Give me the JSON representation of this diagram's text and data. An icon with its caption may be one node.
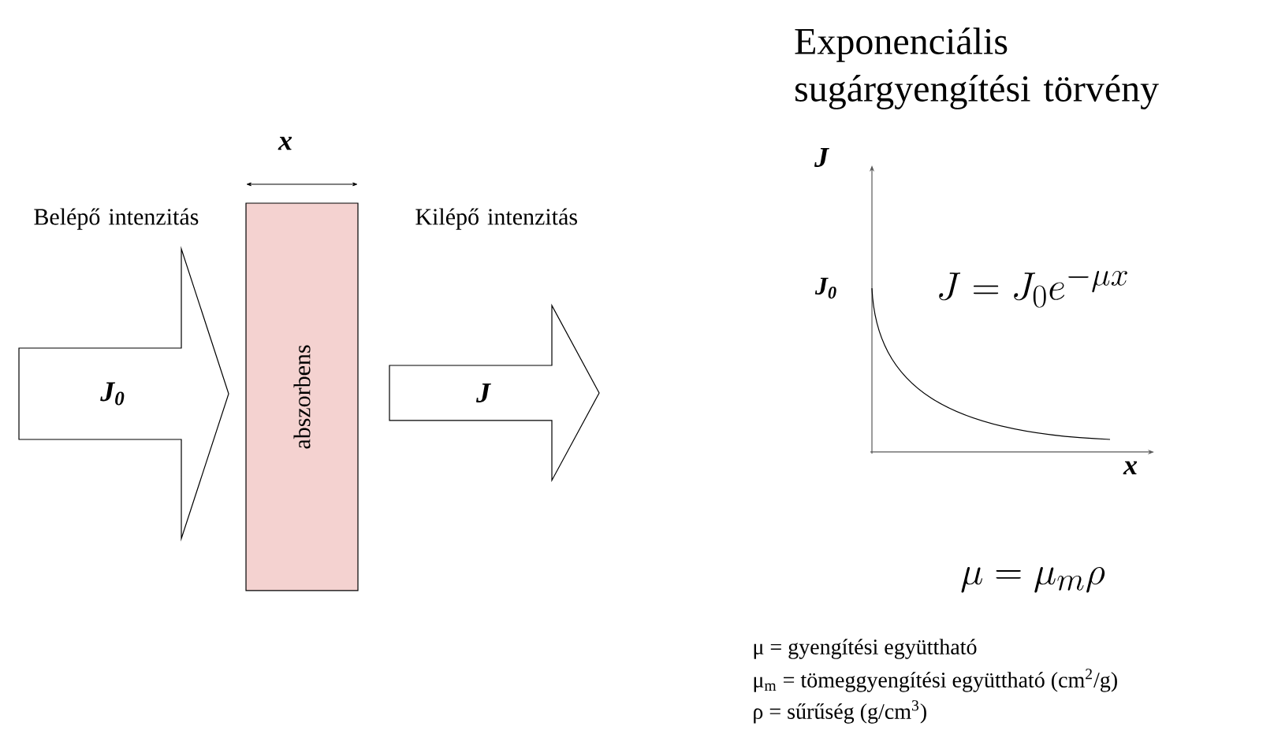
{
  "diagram": {
    "title": "Exponenciális sugárgyengítési törvény",
    "nodes": [
      {
        "text": [
          "J$_{0}$"
        ]
      },
      {
        "text": [
          "abszorbens"
        ]
      },
      {
        "text": [
          "J"
        ]
      }
    ],
    "labels": [
      "x",
      "Belépő intenzitás",
      "Kilépő intenzitás",
      "J",
      "J$_{0}$",
      "x",
      "J = J_0 e^{-\\mu x}",
      "\\mu = \\mu_m \\rho",
      "μ = gyengítési együttható",
      "μ$_{m}$ = tömeggyengítési együttható (cm$^{2}$/g)",
      "ρ = sűrűség (g/cm$^{3}$)"
    ]
  }
}
